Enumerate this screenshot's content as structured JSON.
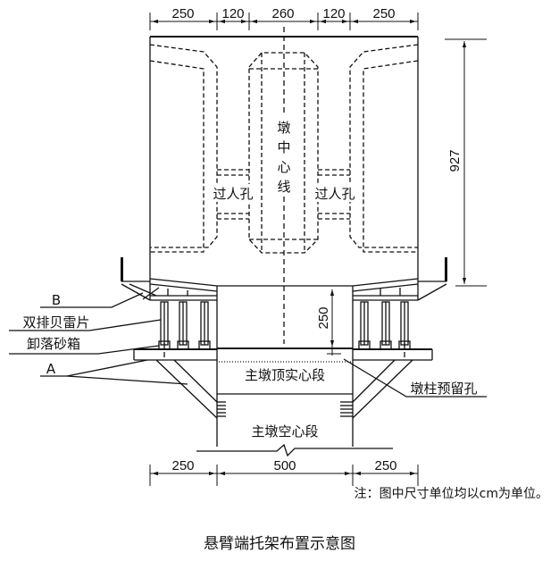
{
  "figure": {
    "title": "悬臂端托架布置示意图",
    "note": "注：图中尺寸单位均以cm为单位。"
  },
  "dimensions": {
    "top": [
      "250",
      "120",
      "260",
      "120",
      "250"
    ],
    "right_height": "927",
    "inner_height": "250",
    "bottom": [
      "250",
      "500",
      "250"
    ]
  },
  "labels": {
    "pier_centerline": [
      "墩",
      "中",
      "心",
      "线"
    ],
    "manhole_left": "过人孔",
    "manhole_right": "过人孔",
    "B": "B",
    "double_bailey": "双排贝雷片",
    "sand_box": "卸落砂箱",
    "A": "A",
    "solid_segment": "主墩顶实心段",
    "hollow_segment": "主墩空心段",
    "reserved_hole": "墩柱预留孔"
  }
}
